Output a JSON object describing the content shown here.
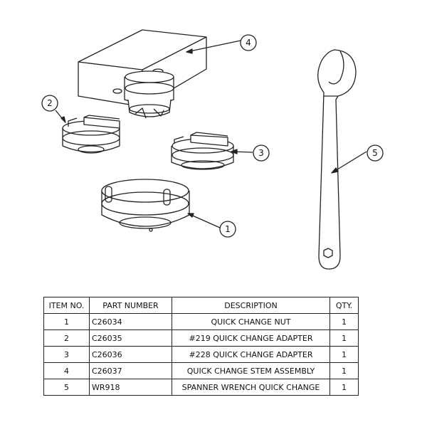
{
  "callouts": [
    "1",
    "2",
    "3",
    "4",
    "5"
  ],
  "table": {
    "headers": [
      "ITEM NO.",
      "PART NUMBER",
      "DESCRIPTION",
      "QTY."
    ],
    "rows": [
      {
        "item": "1",
        "part": "C26034",
        "description": "QUICK CHANGE NUT",
        "qty": "1"
      },
      {
        "item": "2",
        "part": "C26035",
        "description": "#219 QUICK CHANGE ADAPTER",
        "qty": "1"
      },
      {
        "item": "3",
        "part": "C26036",
        "description": "#228 QUICK CHANGE ADAPTER",
        "qty": "1"
      },
      {
        "item": "4",
        "part": "C26037",
        "description": "QUICK CHANGE STEM ASSEMBLY",
        "qty": "1"
      },
      {
        "item": "5",
        "part": "WR918",
        "description": "SPANNER WRENCH QUICK CHANGE",
        "qty": "1"
      }
    ]
  }
}
